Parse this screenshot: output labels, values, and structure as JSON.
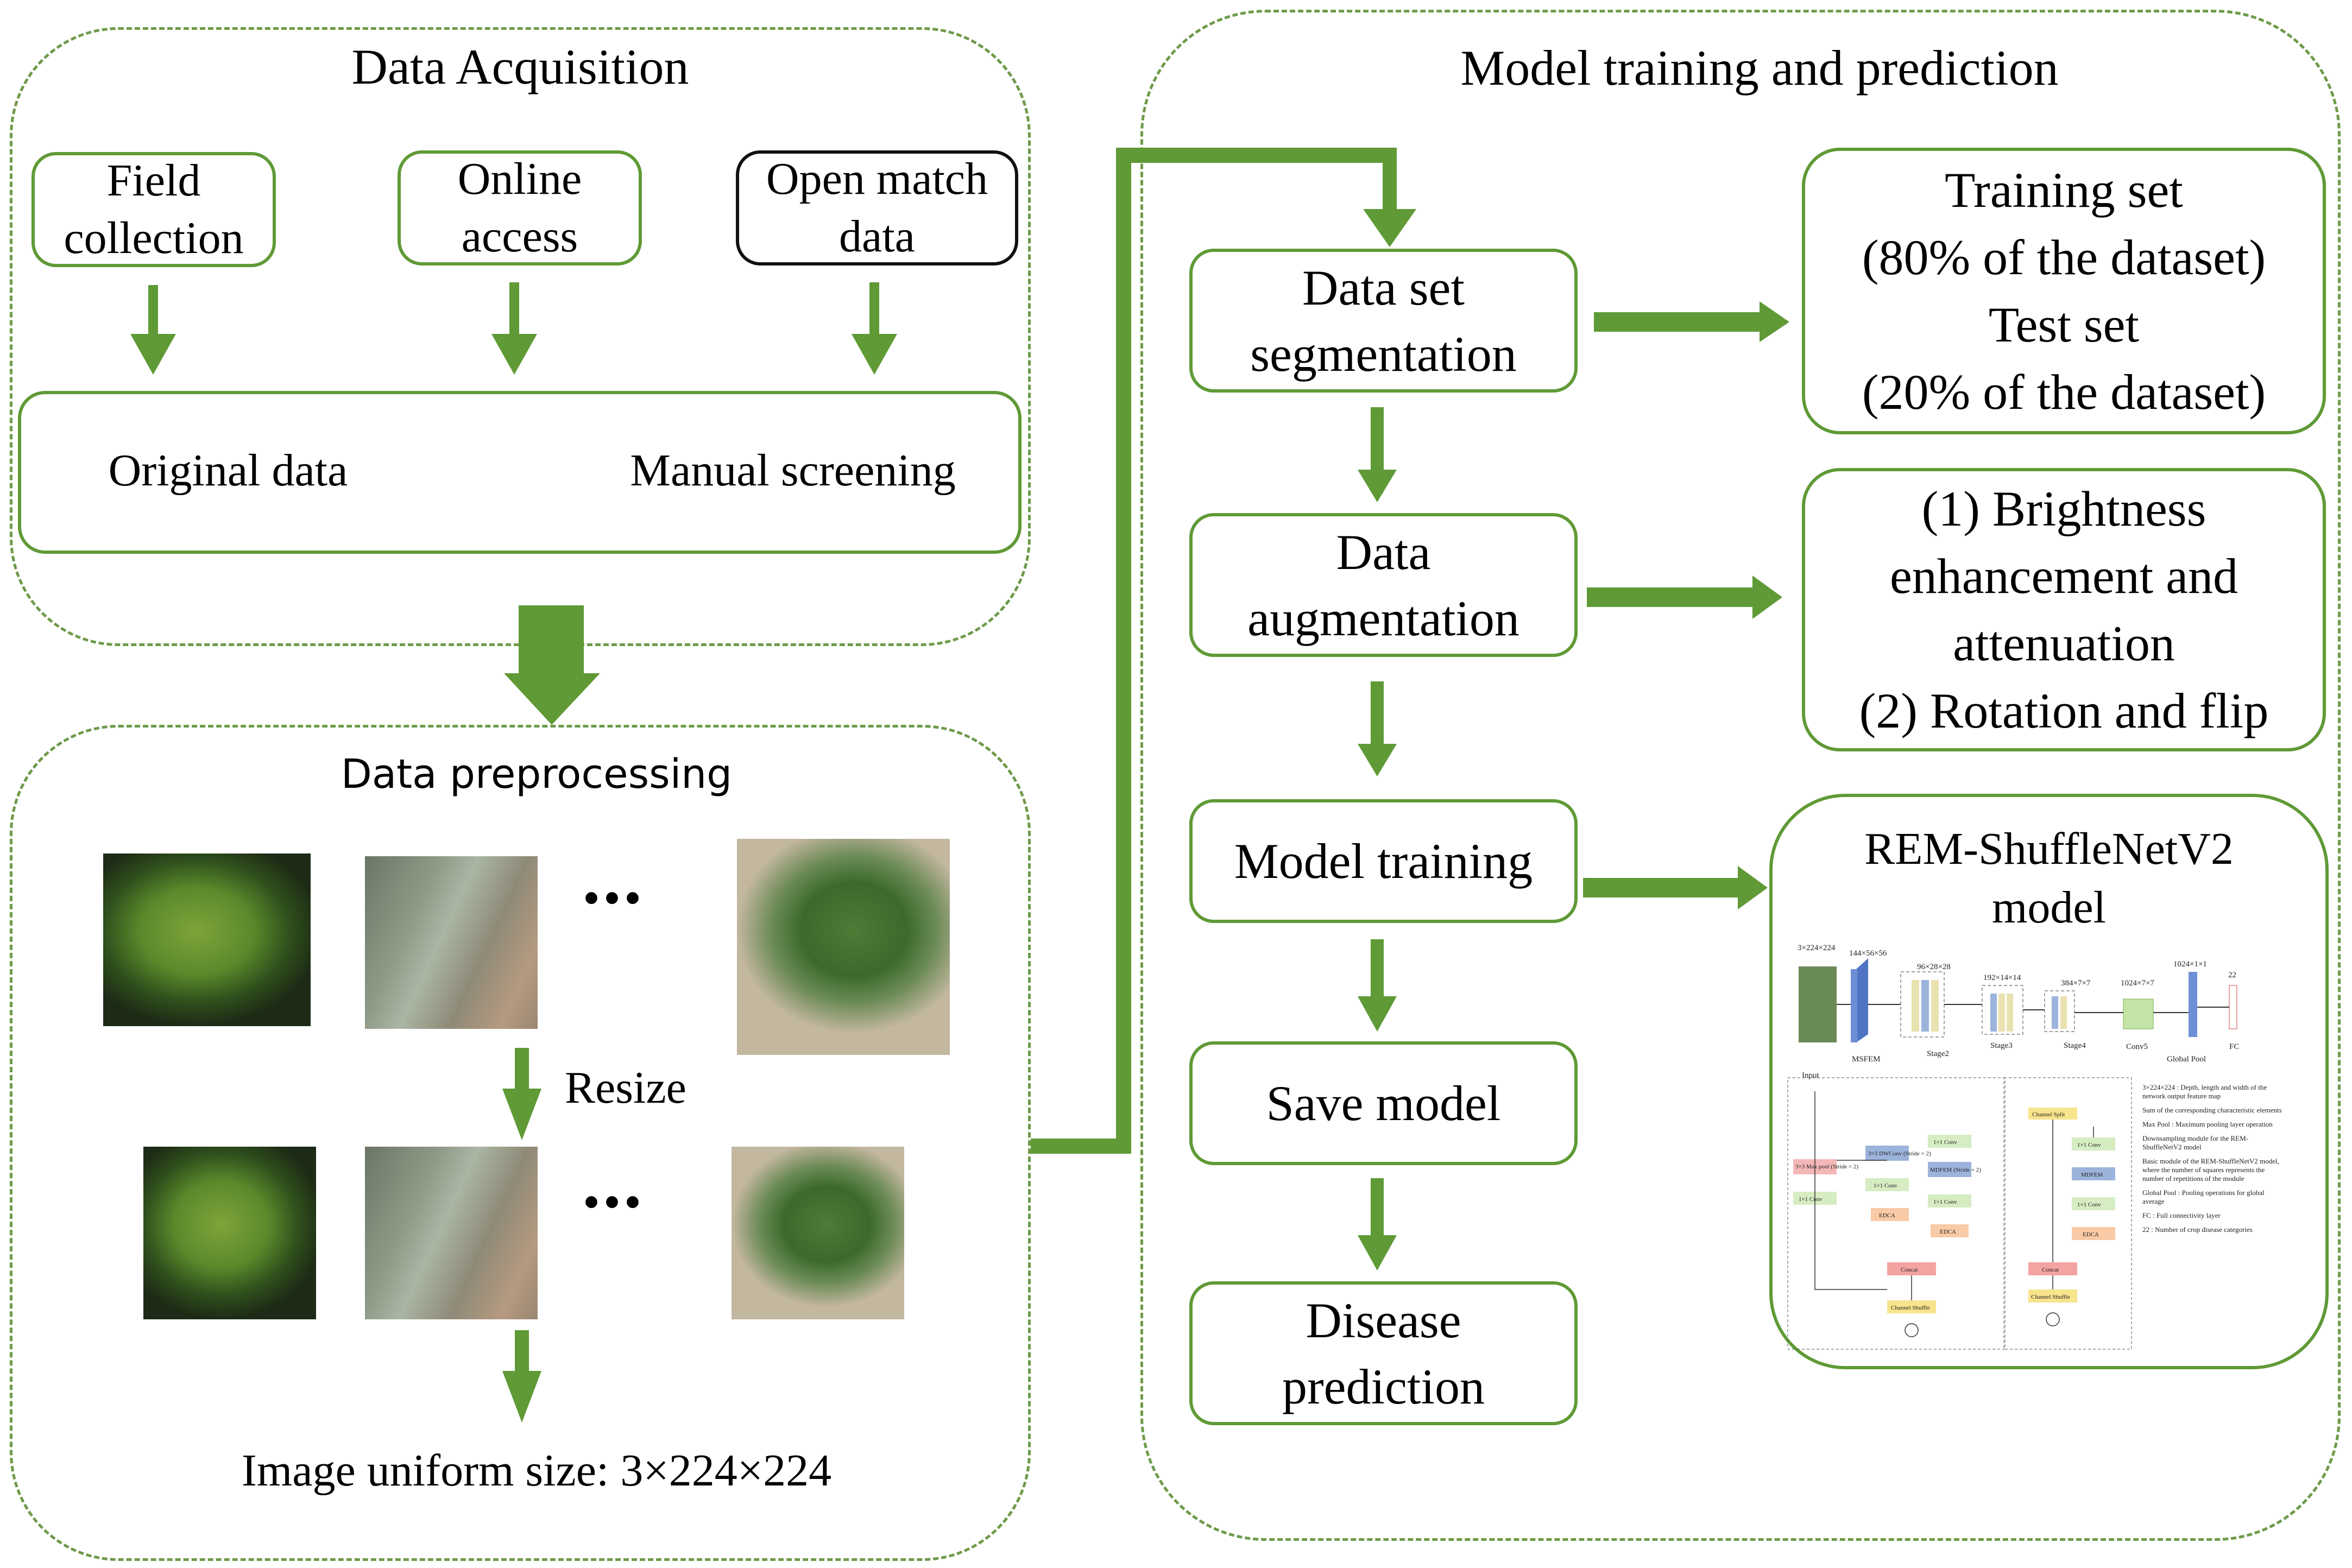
{
  "colors": {
    "accent": "#5f9a36",
    "panel_border": "#6f9a4a",
    "text": "#000000"
  },
  "acquisition": {
    "title": "Data Acquisition",
    "sources": [
      {
        "lines": [
          "Field",
          "collection"
        ]
      },
      {
        "lines": [
          "Online",
          "access"
        ]
      },
      {
        "lines": [
          "Open match",
          "data"
        ]
      }
    ],
    "original": "Original data",
    "screening": "Manual screening"
  },
  "preprocessing": {
    "title": "Data preprocessing",
    "ellipsis": "•••",
    "resize": "Resize",
    "uniform": "Image uniform size: 3×224×224"
  },
  "training": {
    "title": "Model training and prediction",
    "steps": [
      {
        "lines": [
          "Data set",
          "segmentation"
        ]
      },
      {
        "lines": [
          "Data",
          "augmentation"
        ]
      },
      {
        "lines": [
          "Model training"
        ]
      },
      {
        "lines": [
          "Save model"
        ]
      },
      {
        "lines": [
          "Disease",
          "prediction"
        ]
      }
    ],
    "split": {
      "lines": [
        "Training set",
        "(80% of the dataset)",
        "Test set",
        "(20% of the dataset)"
      ]
    },
    "augment": {
      "lines": [
        "(1) Brightness",
        "enhancement and",
        "attenuation",
        "(2) Rotation and flip"
      ]
    },
    "model": {
      "lines": [
        "REM-ShuffleNetV2",
        "model"
      ],
      "dims": [
        "3×224×224",
        "144×56×56",
        "96×28×28",
        "192×14×14",
        "384×7×7",
        "1024×7×7",
        "1024×1×1",
        "22"
      ],
      "stage_labels": [
        "MSFEM",
        "Stage2",
        "Stage3",
        "Stage4",
        "Conv5",
        "Global Pool",
        "FC"
      ],
      "input_label": "Input",
      "left_blocks": [
        "3×3 Max pool (Stride = 2)",
        "1×1 Conv",
        "3×3 DWConv (Stride = 2)",
        "1×1 Conv",
        "1×1 Conv",
        "MDFEM (Stride = 2)",
        "1×1 Conv",
        "EDCA",
        "EDCA",
        "Concat",
        "Channel Shuffle"
      ],
      "right_blocks": [
        "Channel Split",
        "1×1 Conv",
        "MDFEM",
        "1×1 Conv",
        "EDCA",
        "Concat",
        "Channel Shuffle"
      ],
      "legend": [
        "3×224×224 : Depth, length and width of the network output feature map",
        "Sum of the corresponding characteristic elements",
        "Max Pool : Maximum pooling layer operation",
        "Downsampling module for the REM-ShuffleNetV2 model",
        "Basic module of the REM-ShuffleNetV2 model, where the number of squares represents the number of repetitions of the module",
        "Global Pool : Pooling operations for global average",
        "FC : Full connectivity layer",
        "22 : Number of crop disease categories"
      ]
    }
  }
}
